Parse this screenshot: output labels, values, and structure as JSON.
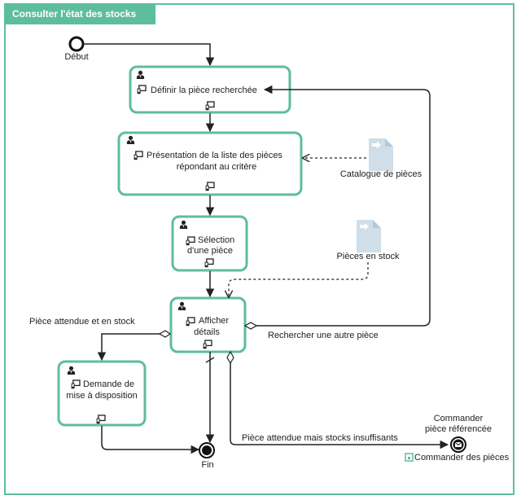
{
  "process": {
    "title": "Consulter l'état des stocks",
    "accent_color": "#5dbd9e",
    "start": {
      "label": "Début"
    },
    "end": {
      "label": "Fin"
    },
    "tasks": [
      {
        "lines": [
          "Définir la pièce recherchée"
        ]
      },
      {
        "lines": [
          "Présentation de la liste des pièces",
          "répondant au critère"
        ]
      },
      {
        "lines": [
          "Sélection",
          "d'une pièce"
        ]
      },
      {
        "lines": [
          "Afficher",
          "détails"
        ]
      },
      {
        "lines": [
          "Demande de",
          "mise à disposition"
        ]
      }
    ],
    "data_objects": [
      {
        "label": "Catalogue de pièces"
      },
      {
        "label": "Pièces en stock"
      }
    ],
    "message_end": {
      "lines": [
        "Commander",
        "pièce référencée"
      ],
      "link_label": "Commander des pièces"
    },
    "flow_labels": {
      "attendue_en_stock": "Pièce attendue et en stock",
      "autre_piece": "Rechercher une autre pièce",
      "stocks_insuffisants": "Pièce attendue mais stocks insuffisants"
    }
  }
}
